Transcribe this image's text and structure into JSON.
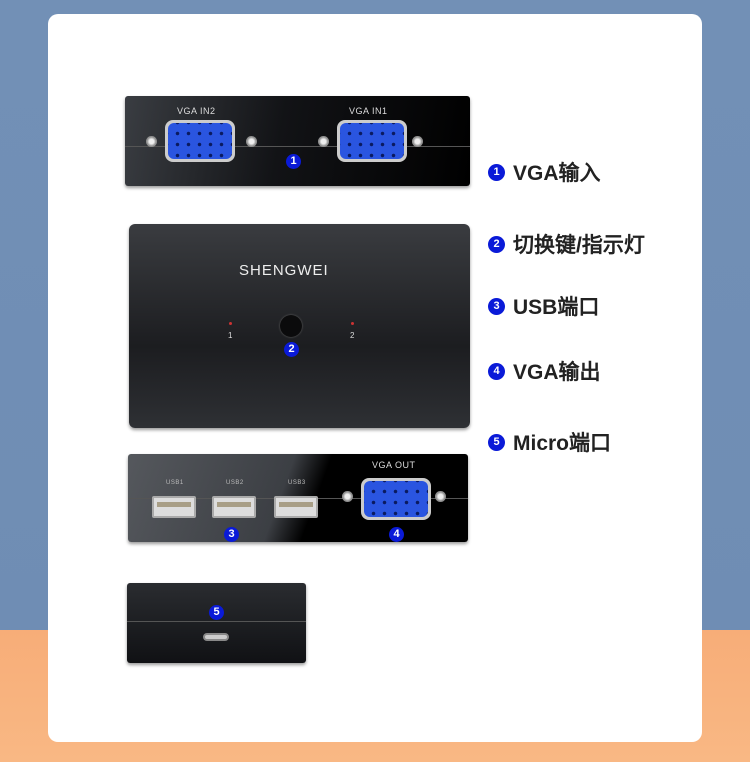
{
  "panel1": {
    "vga_in2": "VGA IN2",
    "vga_in1": "VGA IN1",
    "marker": "1"
  },
  "panel2": {
    "brand": "SHENGWEI",
    "led1": "1",
    "led2": "2",
    "marker": "2"
  },
  "panel3": {
    "usb1": "USB1",
    "usb2": "USB2",
    "usb3": "USB3",
    "vga_out": "VGA OUT",
    "marker_usb": "3",
    "marker_vga": "4"
  },
  "panel4": {
    "marker": "5"
  },
  "legend": [
    {
      "num": "1",
      "text": "VGA输入"
    },
    {
      "num": "2",
      "text": "切换键/指示灯"
    },
    {
      "num": "3",
      "text": "USB端口"
    },
    {
      "num": "4",
      "text": "VGA输出"
    },
    {
      "num": "5",
      "text": "Micro端口"
    }
  ],
  "colors": {
    "marker": "#0a1ad8",
    "top_bg": "#7290b6",
    "bottom_bg": "#f7ad78"
  }
}
